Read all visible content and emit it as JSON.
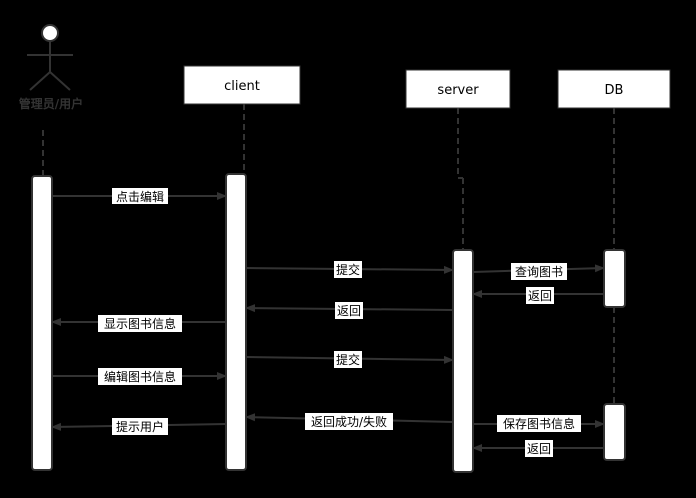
{
  "colors": {
    "background": "#000000",
    "box_fill": "#ffffff",
    "box_stroke": "#333333",
    "line": "#333333",
    "label_bg": "#ffffff",
    "text": "#000000"
  },
  "actor": {
    "label": "管理员/用户",
    "icon": "stick-figure-icon"
  },
  "participants": {
    "client": "client",
    "server": "server",
    "db": "DB"
  },
  "messages": {
    "m1": "点击编辑",
    "m2": "提交",
    "m3": "查询图书",
    "m4": "返回",
    "m5": "返回",
    "m6": "显示图书信息",
    "m7": "编辑图书信息",
    "m8": "提交",
    "m9": "返回成功/失败",
    "m10": "保存图书信息",
    "m11": "提示用户",
    "m12": "返回"
  }
}
